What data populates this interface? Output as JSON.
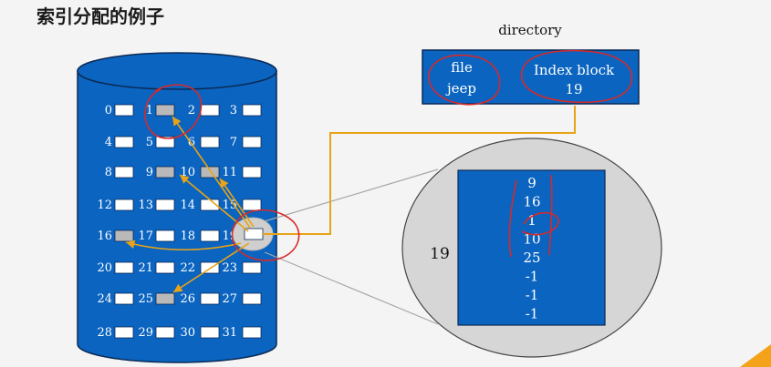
{
  "title": "索引分配的例子",
  "directory": {
    "label": "directory",
    "file_header": "file",
    "file_name": "jeep",
    "index_header": "Index block",
    "index_value": "19"
  },
  "disk": {
    "blocks": [
      {
        "n": "0",
        "used": false
      },
      {
        "n": "1",
        "used": true
      },
      {
        "n": "2",
        "used": false
      },
      {
        "n": "3",
        "used": false
      },
      {
        "n": "4",
        "used": false
      },
      {
        "n": "5",
        "used": false
      },
      {
        "n": "6",
        "used": false
      },
      {
        "n": "7",
        "used": false
      },
      {
        "n": "8",
        "used": false
      },
      {
        "n": "9",
        "used": true
      },
      {
        "n": "10",
        "used": true
      },
      {
        "n": "11",
        "used": false
      },
      {
        "n": "12",
        "used": false
      },
      {
        "n": "13",
        "used": false
      },
      {
        "n": "14",
        "used": false
      },
      {
        "n": "15",
        "used": false
      },
      {
        "n": "16",
        "used": true
      },
      {
        "n": "17",
        "used": false
      },
      {
        "n": "18",
        "used": false
      },
      {
        "n": "19",
        "used": false
      },
      {
        "n": "20",
        "used": false
      },
      {
        "n": "21",
        "used": false
      },
      {
        "n": "22",
        "used": false
      },
      {
        "n": "23",
        "used": false
      },
      {
        "n": "24",
        "used": false
      },
      {
        "n": "25",
        "used": true
      },
      {
        "n": "26",
        "used": false
      },
      {
        "n": "27",
        "used": false
      },
      {
        "n": "28",
        "used": false
      },
      {
        "n": "29",
        "used": false
      },
      {
        "n": "30",
        "used": false
      },
      {
        "n": "31",
        "used": false
      }
    ]
  },
  "index_block": {
    "label": "19",
    "entries": [
      "9",
      "16",
      "1",
      "10",
      "25",
      "-1",
      "-1",
      "-1"
    ]
  },
  "colors": {
    "disk_blue": "#0a64c0",
    "arrow_orange": "#e8a317",
    "annotation_red": "#d62a2a",
    "zoom_gray": "#d6d6d6"
  }
}
